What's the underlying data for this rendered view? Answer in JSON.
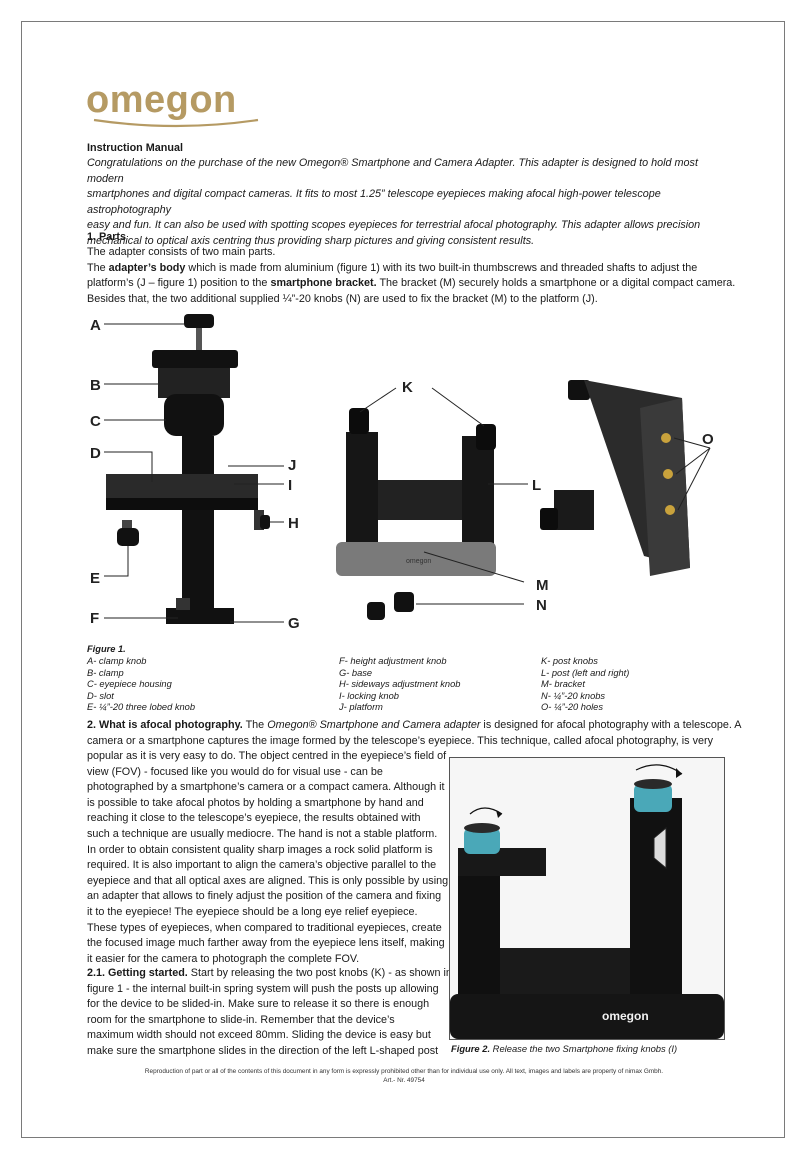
{
  "brand": "omegon",
  "intro": {
    "heading": "Instruction Manual",
    "lines": [
      "Congratulations on the purchase of the new Omegon® Smartphone and Camera Adapter. This adapter is designed to hold most modern",
      "smartphones and digital compact cameras. It fits to most 1.25” telescope  eyepieces making afocal high-power telescope astrophotography",
      "easy and fun. It can also be used with spotting scopes eyepieces for terrestrial afocal photography. This adapter allows precision",
      "mechanical to optical axis centring thus providing sharp pictures and giving consistent results."
    ]
  },
  "parts": {
    "heading": "1. Parts",
    "line1": "The adapter consists of two main parts.",
    "body_label": "adapter’s body",
    "line2_rest": " which is made from aluminium (figure 1) with its two built-in thumbscrews and threaded shafts to adjust the",
    "line3_a": "platform’s (J – figure 1) position to the ",
    "bracket_label": "smartphone bracket.",
    "line3_b": " The bracket (M) securely holds a smartphone or a digital compact camera.",
    "line4": "Besides that, the two additional supplied ¼”-20 knobs (N) are used to fix the bracket (M) to the platform (J)."
  },
  "figure1": {
    "labels": [
      "A",
      "B",
      "C",
      "D",
      "E",
      "F",
      "G",
      "H",
      "I",
      "J",
      "K",
      "L",
      "M",
      "N",
      "O"
    ],
    "bracket_brand": "omegon",
    "caption_title": "Figure 1.",
    "col1": [
      "A- clamp knob",
      "B- clamp",
      "C- eyepiece housing",
      "D- slot",
      "E- ¼”-20 three lobed knob"
    ],
    "col2": [
      "F- height adjustment knob",
      "G- base",
      "H- sideways adjustment knob",
      "I- locking knob",
      "J- platform"
    ],
    "col3": [
      "K- post knobs",
      "L- post (left and right)",
      "M- bracket",
      "N- ¼”-20 knobs",
      "O- ¼”-20 holes"
    ]
  },
  "afocal": {
    "heading": "2. What is afocal photography.",
    "lead_a": " The ",
    "lead_italic": "Omegon® Smartphone and Camera adapter",
    "lead_b": " is designed for afocal photography with a telescope. A",
    "line2": "camera or a smartphone captures the image formed by the telescope’s eyepiece. This technique, called afocal photography, is very",
    "narrow": [
      "popular as it is very easy to do. The object centred in the eyepiece’s field of",
      "view (FOV) - focused like you would do for visual use - can be",
      "photographed by a smartphone’s camera or a compact camera. Although it",
      "is possible to take afocal photos by holding a smartphone by hand and",
      "reaching it close to the telescope’s eyepiece, the results obtained with",
      "such a technique are usually mediocre. The hand is not a stable platform.",
      "In order to obtain consistent quality sharp images a rock solid platform is",
      "required. It is also important to align the camera’s objective parallel to the",
      "eyepiece and that all optical axes are aligned. This is only possible by using",
      "an adapter that allows to finely adjust the position of the camera and fixing",
      "it to the eyepiece! The eyepiece should be a long eye relief eyepiece.",
      "These types of eyepieces, when compared to traditional eyepieces, create",
      "the focused image much farther away from the eyepiece lens itself, making",
      "it easier for the camera to photograph the complete FOV."
    ]
  },
  "started": {
    "heading": "2.1. Getting started.",
    "first_rest": " Start by releasing the two post knobs (K) - as shown in",
    "lines": [
      "figure 1 - the internal built-in spring system will push the posts up allowing",
      "for the device to be slided-in. Make sure to release it so there is enough",
      "room for the smartphone to slide-in. Remember that the device’s",
      "maximum width should not exceed 80mm. Sliding the device is easy but",
      "make sure the smartphone slides in the direction of the left L-shaped post"
    ]
  },
  "figure2": {
    "brand": "omegon",
    "caption_title": "Figure 2.",
    "caption_text": " Release the two Smartphone fixing knobs (I)"
  },
  "footer": {
    "line1": "Reproduction of part or all of the contents of this document in any form is expressly prohibited other than for individual use only. All text, images and labels are property of nimax Gmbh.",
    "line2": "Art.- Nr. 49754"
  }
}
